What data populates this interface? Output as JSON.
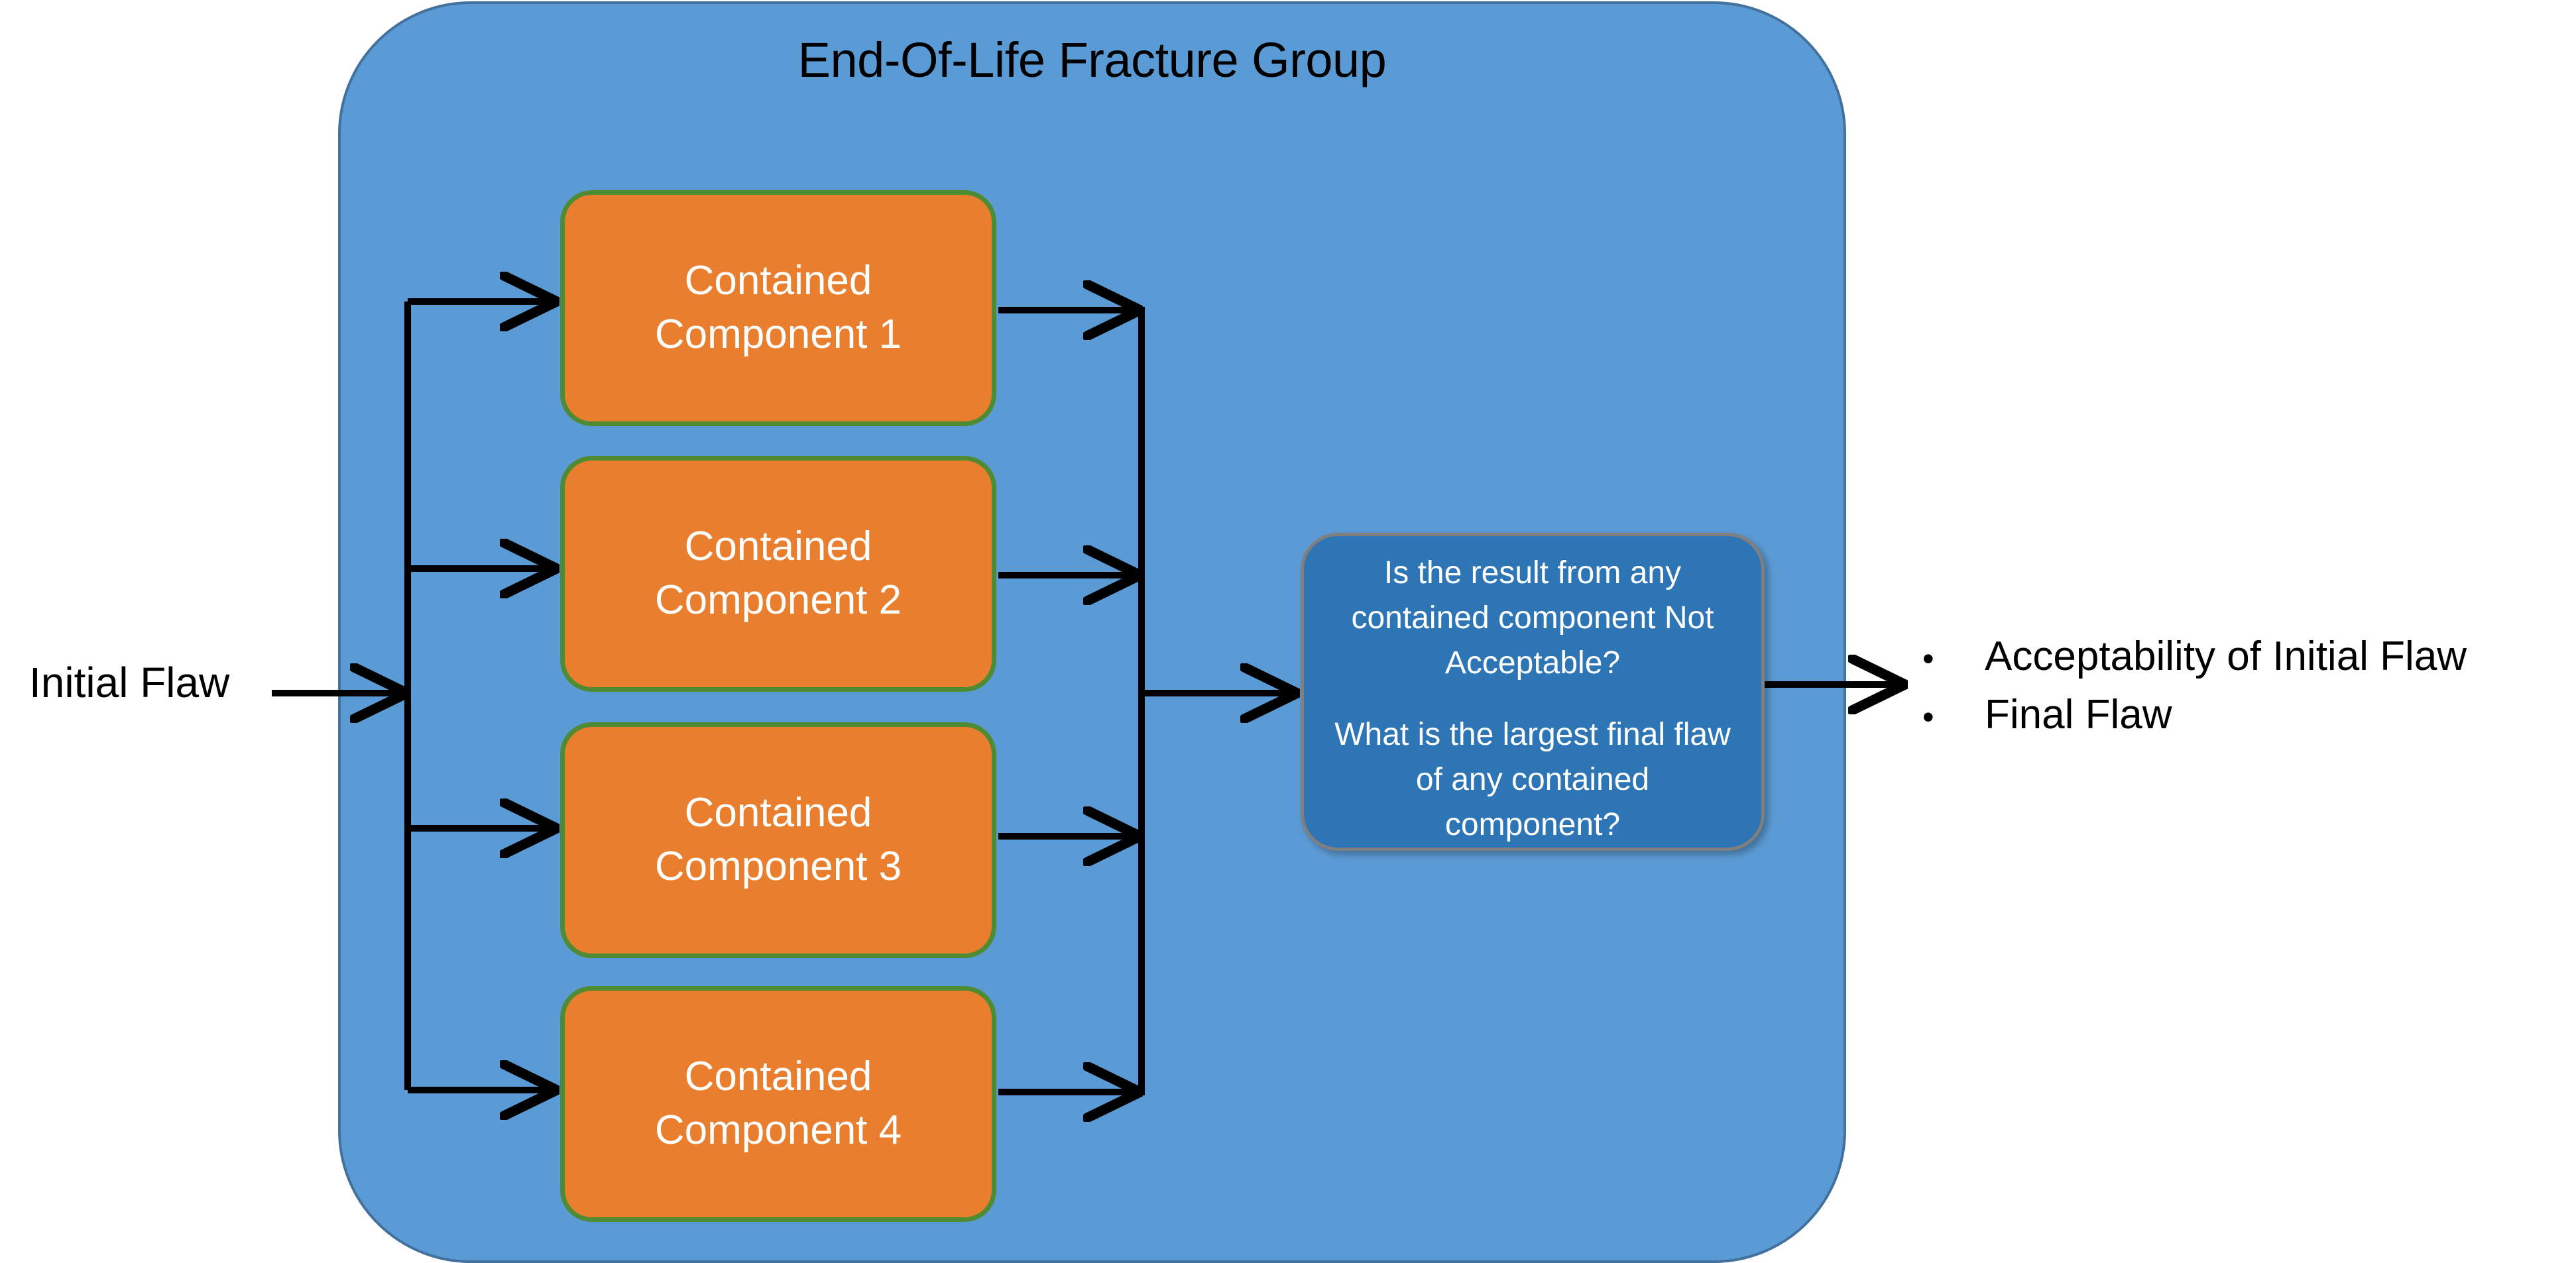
{
  "diagram": {
    "title": "End-Of-Life Fracture Group",
    "input_label": "Initial Flaw",
    "components": [
      {
        "line1": "Contained",
        "line2": "Component 1",
        "full": "Contained Component 1"
      },
      {
        "line1": "Contained",
        "line2": "Component 2",
        "full": "Contained Component 2"
      },
      {
        "line1": "Contained",
        "line2": "Component 3",
        "full": "Contained Component 3"
      },
      {
        "line1": "Contained",
        "line2": "Component 4",
        "full": "Contained Component 4"
      }
    ],
    "decision": {
      "question1": "Is the result from any contained component Not Acceptable?",
      "question2": "What is the largest final flaw of any contained component?"
    },
    "outputs": [
      {
        "bullet": "•",
        "text": "Acceptability of Initial Flaw"
      },
      {
        "bullet": "•",
        "text": "Final Flaw"
      }
    ],
    "colors": {
      "group_fill": "#5B9BD5",
      "group_border": "#41719C",
      "component_fill": "#E97F2E",
      "component_border": "#4E8B33",
      "decision_fill": "#2E75B6",
      "decision_border": "#7F7F7F",
      "connector": "#000000",
      "text_dark": "#000000",
      "text_light": "#FFFFFF"
    }
  }
}
